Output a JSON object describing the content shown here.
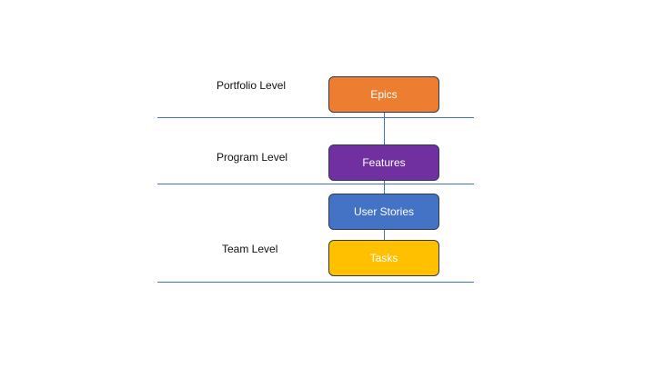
{
  "levels": {
    "portfolio": "Portfolio Level",
    "program": "Program Level",
    "team": "Team Level"
  },
  "boxes": {
    "epics": {
      "label": "Epics",
      "color": "#ed7d31"
    },
    "features": {
      "label": "Features",
      "color": "#7030a0"
    },
    "user_stories": {
      "label": "User Stories",
      "color": "#4472c4"
    },
    "tasks": {
      "label": "Tasks",
      "color": "#ffc000"
    }
  },
  "line_color": "#4472c4"
}
